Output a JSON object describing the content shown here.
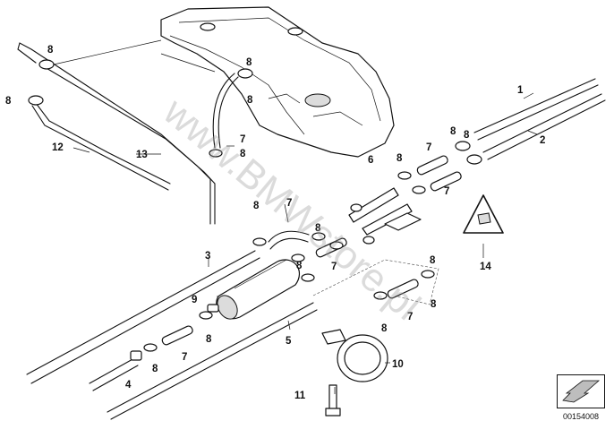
{
  "diagram": {
    "watermark": "www.BMWstore.pl",
    "document_code": "00154008",
    "callouts": {
      "c1": "1",
      "c2": "2",
      "c3": "3",
      "c4": "4",
      "c5": "5",
      "c6": "6",
      "c7a": "7",
      "c7b": "7",
      "c7c": "7",
      "c7d": "7",
      "c7e": "7",
      "c7f": "7",
      "c7g": "7",
      "c8a": "8",
      "c8b": "8",
      "c8c": "8",
      "c8d": "8",
      "c8e": "8",
      "c8f": "8",
      "c8g": "8",
      "c8h": "8",
      "c8i": "8",
      "c8j": "8",
      "c8k": "8",
      "c8l": "8",
      "c8m": "8",
      "c8n": "8",
      "c8o": "8",
      "c8p": "8",
      "c9": "9",
      "c10": "10",
      "c11": "11",
      "c12": "12",
      "c13": "13",
      "c14": "14"
    }
  }
}
